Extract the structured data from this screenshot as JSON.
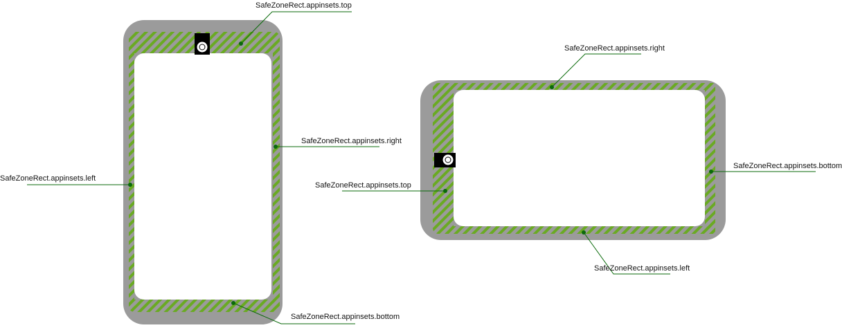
{
  "colors": {
    "device_frame": "#9b9b9b",
    "safe_area": "#ffffff",
    "hatch": "#6aaa23",
    "leader": "#0a6a0a",
    "camera": "#000000"
  },
  "portrait": {
    "labels": {
      "top": "SafeZoneRect.appinsets.top",
      "right": "SafeZoneRect.appinsets.right",
      "left": "SafeZoneRect.appinsets.left",
      "bottom": "SafeZoneRect.appinsets.bottom"
    },
    "camera_icon": "front-camera-icon"
  },
  "landscape": {
    "labels": {
      "right": "SafeZoneRect.appinsets.right",
      "top": "SafeZoneRect.appinsets.top",
      "bottom": "SafeZoneRect.appinsets.bottom",
      "left": "SafeZoneRect.appinsets.left"
    },
    "camera_icon": "front-camera-icon"
  }
}
